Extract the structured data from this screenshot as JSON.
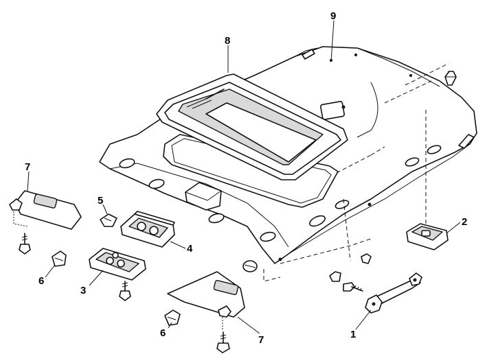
{
  "callouts": {
    "c1": "1",
    "c2": "2",
    "c3": "3",
    "c4": "4",
    "c5": "5",
    "c6a": "6",
    "c6b": "6",
    "c7a": "7",
    "c7b": "7",
    "c8": "8",
    "c9": "9"
  },
  "colors": {
    "line": "#111111",
    "background": "#ffffff",
    "shade": "#d9d9d9"
  }
}
